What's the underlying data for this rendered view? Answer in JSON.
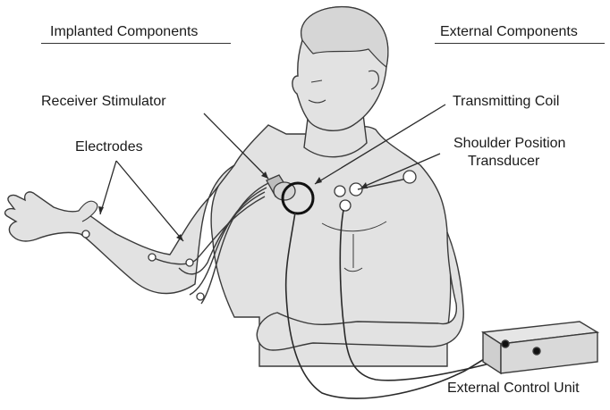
{
  "headings": {
    "implanted": "Implanted Components",
    "external": "External Components"
  },
  "labels": {
    "receiver_stimulator": "Receiver Stimulator",
    "electrodes": "Electrodes",
    "transmitting_coil": "Transmitting Coil",
    "shoulder_position_line1": "Shoulder Position",
    "shoulder_position_line2": "Transducer",
    "external_control_unit": "External Control Unit"
  },
  "colors": {
    "skin": "#e0e0e0",
    "outline": "#3a3a3a",
    "text": "#1a1a1a",
    "device": "#cfcfcf"
  }
}
